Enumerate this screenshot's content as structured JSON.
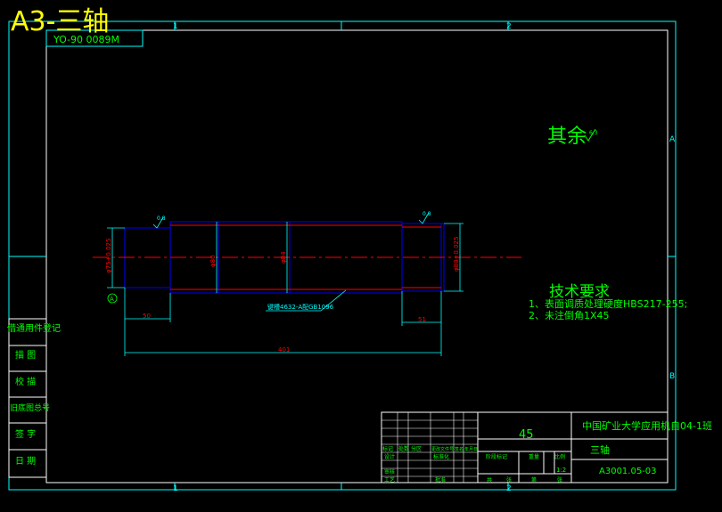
{
  "sheet": {
    "title": "A3-三轴",
    "drawing_no_box": "YO-90 0089M",
    "zone_numbers": [
      "1",
      "2"
    ],
    "zone_letters": [
      "A",
      "B"
    ]
  },
  "surface_finish": {
    "label": "其余",
    "symbol_value": "6.3"
  },
  "tech_requirements": {
    "heading": "技术要求",
    "items": [
      "1、表面调质处理硬度HBS217-255;",
      "2、未注倒角1X45"
    ]
  },
  "shaft_annotations": {
    "dia_left": "φ75+0.025",
    "dia_mid_left": "φ80",
    "dia_mid": "φ84",
    "dia_right": "φ80+0.025",
    "keyway_note": "键槽4632-A配GB1096",
    "roughness_left": "0.8",
    "roughness_right": "0.8",
    "datum": "A",
    "dim_left_shoulder": "50",
    "dim_right_shoulder": "51",
    "dim_total": "401"
  },
  "left_panel": {
    "cells": [
      "借通用件登记",
      "描 图",
      "校 描",
      "旧底图总号",
      "签 字",
      "日 期"
    ]
  },
  "title_block": {
    "material": "45",
    "school": "中国矿业大学应用机自04-1班",
    "part_name": "三轴",
    "drawing_code": "A3001.05-03",
    "scale": "1:2",
    "small_labels": {
      "r1": [
        "标记",
        "处数",
        "分区",
        "更改文件号",
        "签名",
        "年月日"
      ],
      "r2": [
        "设计",
        "标准化"
      ],
      "r3": [
        "审核"
      ],
      "r4": [
        "工艺",
        "批准"
      ],
      "stage": [
        "阶段标记",
        "重量",
        "比例"
      ],
      "sheets": [
        "共",
        "张",
        "第",
        "张"
      ]
    }
  }
}
